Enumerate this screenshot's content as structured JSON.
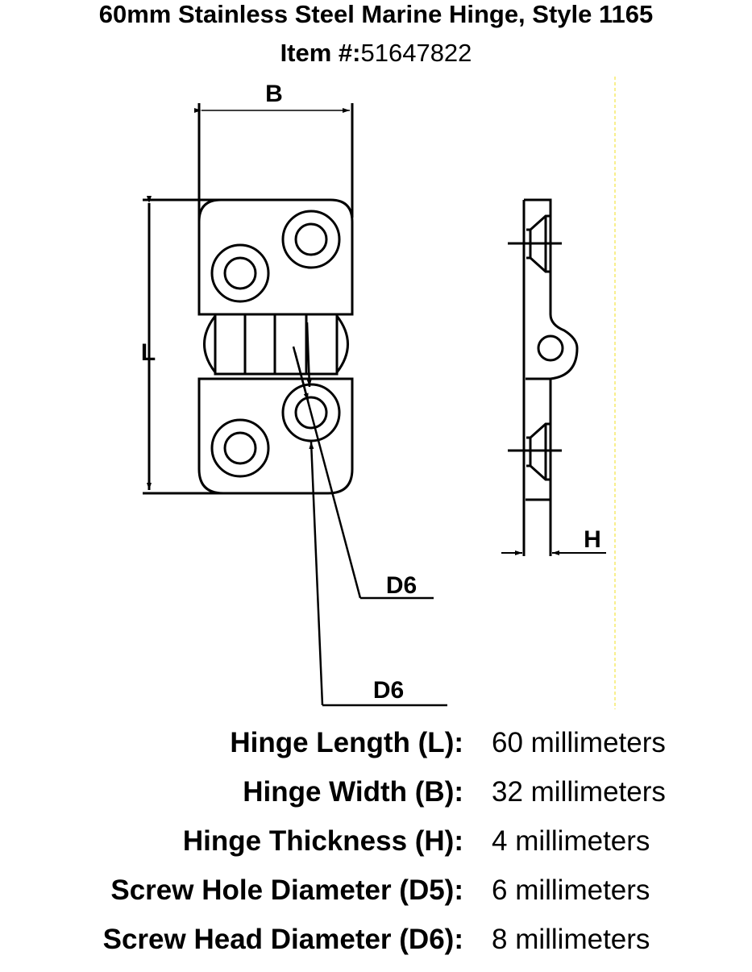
{
  "title": "60mm Stainless Steel Marine Hinge, Style 1165",
  "item_label": "Item #:",
  "item_number": "51647822",
  "diagram": {
    "labels": {
      "B": "B",
      "L": "L",
      "H": "H",
      "D6_a": "D6",
      "D6_b": "D6"
    }
  },
  "specs": [
    {
      "label": "Hinge Length (L):",
      "value": "60 millimeters"
    },
    {
      "label": "Hinge Width (B):",
      "value": "32 millimeters"
    },
    {
      "label": "Hinge Thickness (H):",
      "value": "4 millimeters"
    },
    {
      "label": "Screw Hole Diameter (D5):",
      "value": "6 millimeters"
    },
    {
      "label": "Screw Head Diameter (D6):",
      "value": "8 millimeters"
    }
  ]
}
